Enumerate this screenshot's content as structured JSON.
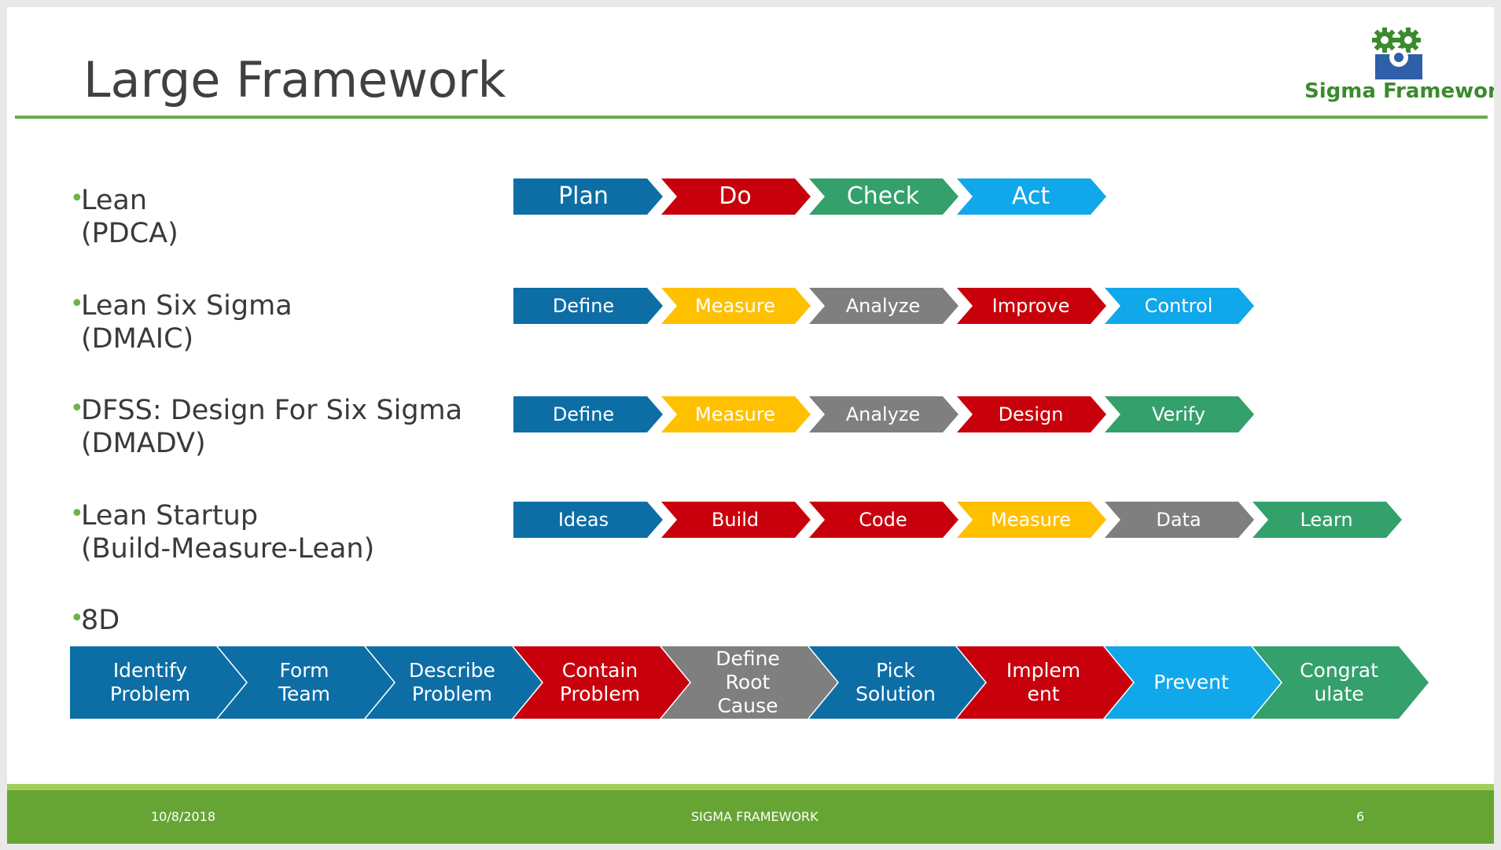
{
  "slide": {
    "title": "Large Framework",
    "logo_text": "Sigma Framework"
  },
  "colors": {
    "blue": "#0d6ea6",
    "red": "#c8000c",
    "green": "#34a06c",
    "lightblue": "#10a7eb",
    "yellow": "#ffc000",
    "gray": "#7f7f7f",
    "rule": "#6aa84f",
    "footer": "#66a533"
  },
  "frameworks": [
    {
      "name": "Lean",
      "sub": "(PDCA)",
      "steps": [
        {
          "label": "Plan",
          "color": "blue"
        },
        {
          "label": "Do",
          "color": "red"
        },
        {
          "label": "Check",
          "color": "green"
        },
        {
          "label": "Act",
          "color": "lightblue"
        }
      ]
    },
    {
      "name": "Lean Six Sigma",
      "sub": "(DMAIC)",
      "steps": [
        {
          "label": "Define",
          "color": "blue"
        },
        {
          "label": "Measure",
          "color": "yellow"
        },
        {
          "label": "Analyze",
          "color": "gray"
        },
        {
          "label": "Improve",
          "color": "red"
        },
        {
          "label": "Control",
          "color": "lightblue"
        }
      ]
    },
    {
      "name": "DFSS: Design For Six Sigma",
      "sub": "(DMADV)",
      "steps": [
        {
          "label": "Define",
          "color": "blue"
        },
        {
          "label": "Measure",
          "color": "yellow"
        },
        {
          "label": "Analyze",
          "color": "gray"
        },
        {
          "label": "Design",
          "color": "red"
        },
        {
          "label": "Verify",
          "color": "green"
        }
      ]
    },
    {
      "name": "Lean Startup",
      "sub": "(Build-Measure-Lean)",
      "steps": [
        {
          "label": "Ideas",
          "color": "blue"
        },
        {
          "label": "Build",
          "color": "red"
        },
        {
          "label": "Code",
          "color": "red"
        },
        {
          "label": "Measure",
          "color": "yellow"
        },
        {
          "label": "Data",
          "color": "gray"
        },
        {
          "label": "Learn",
          "color": "green"
        }
      ]
    },
    {
      "name": "8D",
      "sub": "",
      "steps": [
        {
          "label": "Identify\nProblem",
          "color": "blue"
        },
        {
          "label": "Form\nTeam",
          "color": "blue"
        },
        {
          "label": "Describe\nProblem",
          "color": "blue"
        },
        {
          "label": "Contain\nProblem",
          "color": "red"
        },
        {
          "label": "Define\nRoot\nCause",
          "color": "gray"
        },
        {
          "label": "Pick\nSolution",
          "color": "blue"
        },
        {
          "label": "Implem\nent",
          "color": "red"
        },
        {
          "label": "Prevent",
          "color": "lightblue"
        },
        {
          "label": "Congrat\nulate",
          "color": "green"
        }
      ]
    }
  ],
  "footer": {
    "date": "10/8/2018",
    "center": "SIGMA FRAMEWORK",
    "page": "6"
  }
}
